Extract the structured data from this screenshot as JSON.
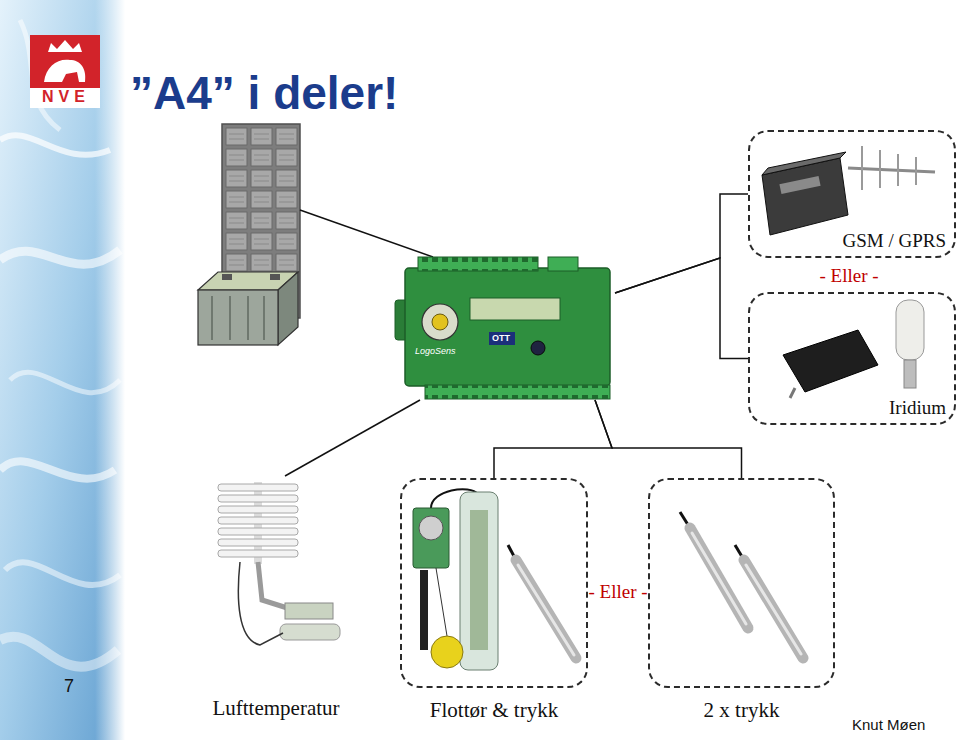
{
  "diagram": {
    "title": "”A4” i deler!",
    "nodes": [
      {
        "text": [
          "GSM / GPRS"
        ]
      },
      {
        "text": [
          "LogoSens",
          "OTT"
        ]
      },
      {
        "text": [
          "Iridium"
        ]
      },
      {
        "text": [
          "Lufttemperatur"
        ]
      },
      {
        "text": [
          "Flottør & trykk"
        ]
      },
      {
        "text": [
          "2 x trykk"
        ]
      }
    ],
    "edges": [
      {
        "from": 1,
        "to": 0,
        "arrow": "none"
      },
      {
        "from": 1,
        "to": 2,
        "arrow": "none"
      },
      {
        "from": 1,
        "to": 3,
        "arrow": "none"
      },
      {
        "from": 1,
        "to": 4,
        "arrow": "none"
      },
      {
        "from": 1,
        "to": 5,
        "arrow": "none"
      }
    ],
    "labels": [
      "- Eller -",
      "- Eller -",
      "NVE",
      "7",
      "Knut Møen"
    ]
  }
}
